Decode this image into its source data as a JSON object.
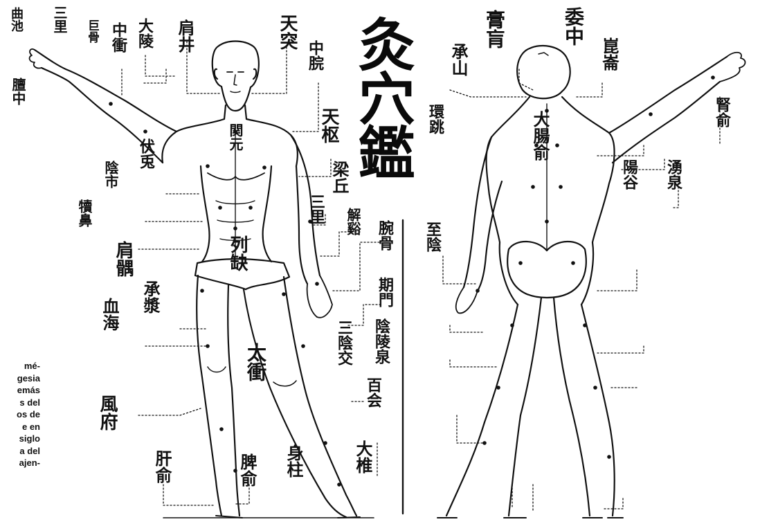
{
  "caption_lines": [
    "mé-",
    "gesia",
    "emás",
    "s del",
    "os de",
    "e en",
    "siglo",
    "a del",
    "ajen-"
  ],
  "title": "灸穴鑑",
  "labels": {
    "l01": "曲池",
    "l02": "三里",
    "l03": "巨骨",
    "l04": "中衝",
    "l05": "大陵",
    "l06": "肩井",
    "l07": "天突",
    "l08": "中脘",
    "l09": "膻中",
    "l10": "関元",
    "l11": "天枢",
    "l12": "伏兎",
    "l13": "陰市",
    "l14": "梁丘",
    "l15": "犢鼻",
    "l16": "三里",
    "l17": "解谿",
    "l18": "腕骨",
    "l19": "肩髃",
    "l20": "列缺",
    "l21": "承漿",
    "l22": "期門",
    "l23": "血海",
    "l24": "陰陵泉",
    "l25": "三陰交",
    "l26": "太衝",
    "l27": "百会",
    "l28": "風府",
    "l29": "大椎",
    "l30": "身柱",
    "l31": "肝俞",
    "l32": "脾俞",
    "l33": "膏肓",
    "l34": "委中",
    "l35": "承山",
    "l36": "崑崙",
    "l37": "環跳",
    "l38": "腎俞",
    "l39": "大腸俞",
    "l40": "陽谷",
    "l41": "湧泉",
    "l42": "至陰"
  }
}
